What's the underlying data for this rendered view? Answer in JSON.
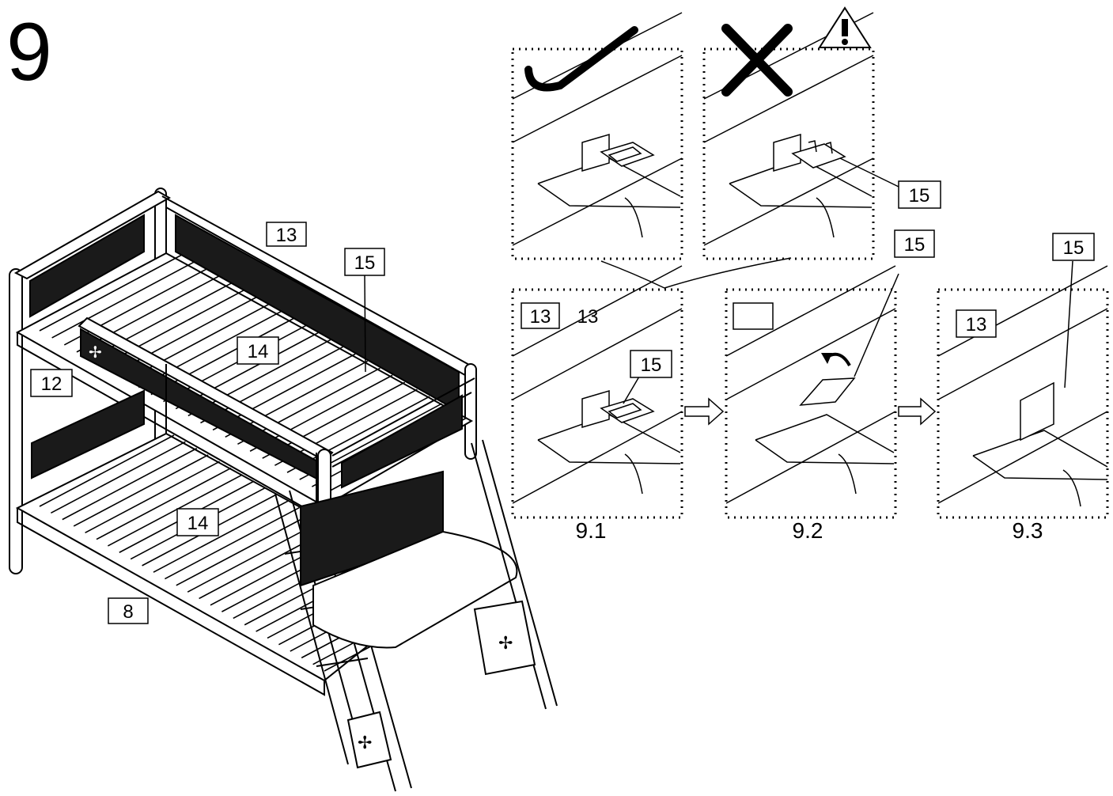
{
  "step": {
    "number": "9"
  },
  "bed_callouts": [
    {
      "id": "rail-top",
      "label": "13"
    },
    {
      "id": "clip",
      "label": "15"
    },
    {
      "id": "upper-slats",
      "label": "14"
    },
    {
      "id": "end-frame",
      "label": "12"
    },
    {
      "id": "lower-slats",
      "label": "14"
    },
    {
      "id": "lower-rail",
      "label": "8"
    }
  ],
  "detail_panels": {
    "correct": {
      "callouts": []
    },
    "incorrect": {
      "callouts": [
        "15"
      ]
    },
    "step_9_1": {
      "caption": "9.1",
      "callouts": [
        "13",
        "13",
        "15"
      ]
    },
    "step_9_2": {
      "caption": "9.2",
      "callouts": [
        "",
        "15"
      ]
    },
    "step_9_3": {
      "caption": "9.3",
      "callouts": [
        "13",
        "15"
      ]
    }
  },
  "icons": {
    "correct": "checkmark-icon",
    "incorrect": "cross-icon",
    "warning": "warning-triangle-icon",
    "next": "arrow-right-icon"
  }
}
